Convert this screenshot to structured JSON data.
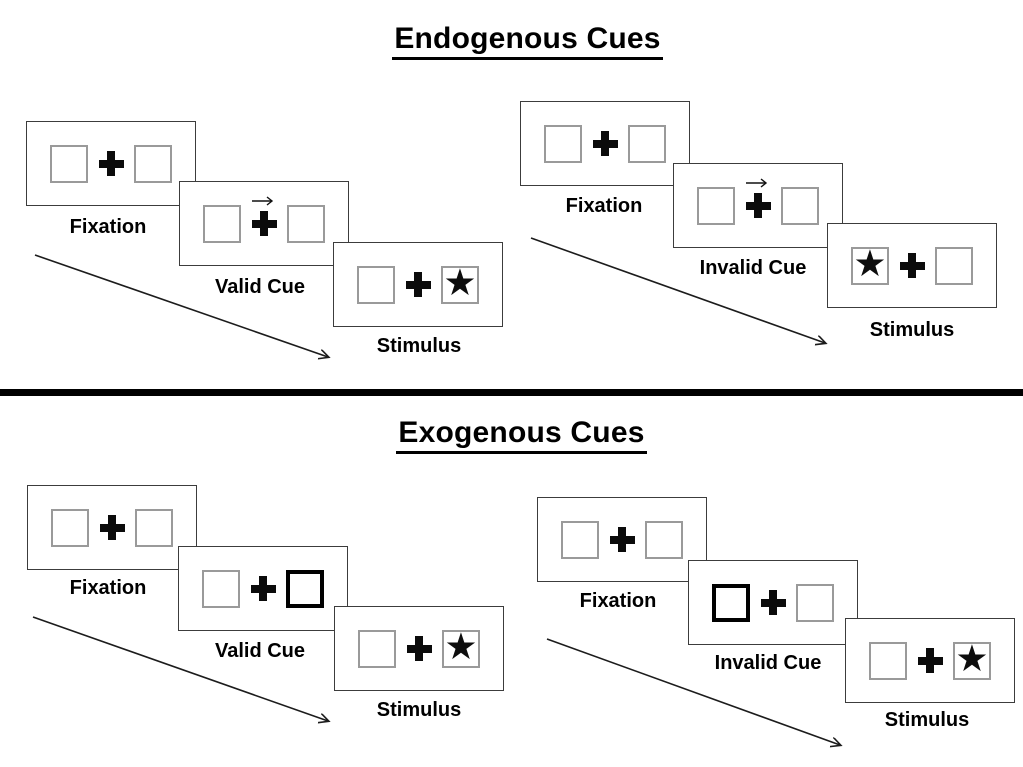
{
  "sections": [
    {
      "title": "Endogenous Cues",
      "groups": [
        {
          "name": "endogenous-valid-trial",
          "panels": [
            {
              "label": "Fixation",
              "left_box": "empty",
              "center": "fixation cross",
              "right_box": "empty"
            },
            {
              "label": "Valid Cue",
              "left_box": "empty",
              "center": "fixation cross with right-pointing arrow above",
              "right_box": "empty"
            },
            {
              "label": "Stimulus",
              "left_box": "empty",
              "center": "fixation cross",
              "right_box": "star"
            }
          ]
        },
        {
          "name": "endogenous-invalid-trial",
          "panels": [
            {
              "label": "Fixation",
              "left_box": "empty",
              "center": "fixation cross",
              "right_box": "empty"
            },
            {
              "label": "Invalid Cue",
              "left_box": "empty",
              "center": "fixation cross with right-pointing arrow above",
              "right_box": "empty"
            },
            {
              "label": "Stimulus",
              "left_box": "star",
              "center": "fixation cross",
              "right_box": "empty"
            }
          ]
        }
      ]
    },
    {
      "title": "Exogenous Cues",
      "groups": [
        {
          "name": "exogenous-valid-trial",
          "panels": [
            {
              "label": "Fixation",
              "left_box": "empty",
              "center": "fixation cross",
              "right_box": "empty"
            },
            {
              "label": "Valid Cue",
              "left_box": "empty",
              "center": "fixation cross",
              "right_box": "thick-border cue box"
            },
            {
              "label": "Stimulus",
              "left_box": "empty",
              "center": "fixation cross",
              "right_box": "star"
            }
          ]
        },
        {
          "name": "exogenous-invalid-trial",
          "panels": [
            {
              "label": "Fixation",
              "left_box": "empty",
              "center": "fixation cross",
              "right_box": "empty"
            },
            {
              "label": "Invalid Cue",
              "left_box": "thick-border cue box",
              "center": "fixation cross",
              "right_box": "empty"
            },
            {
              "label": "Stimulus",
              "left_box": "empty",
              "center": "fixation cross",
              "right_box": "star"
            }
          ]
        }
      ]
    }
  ],
  "icons": {
    "star": "★"
  },
  "colors": {
    "background": "#ffffff",
    "panel_border": "#3c3c3c",
    "box_border": "#9a9a9a",
    "ink": "#000000"
  }
}
